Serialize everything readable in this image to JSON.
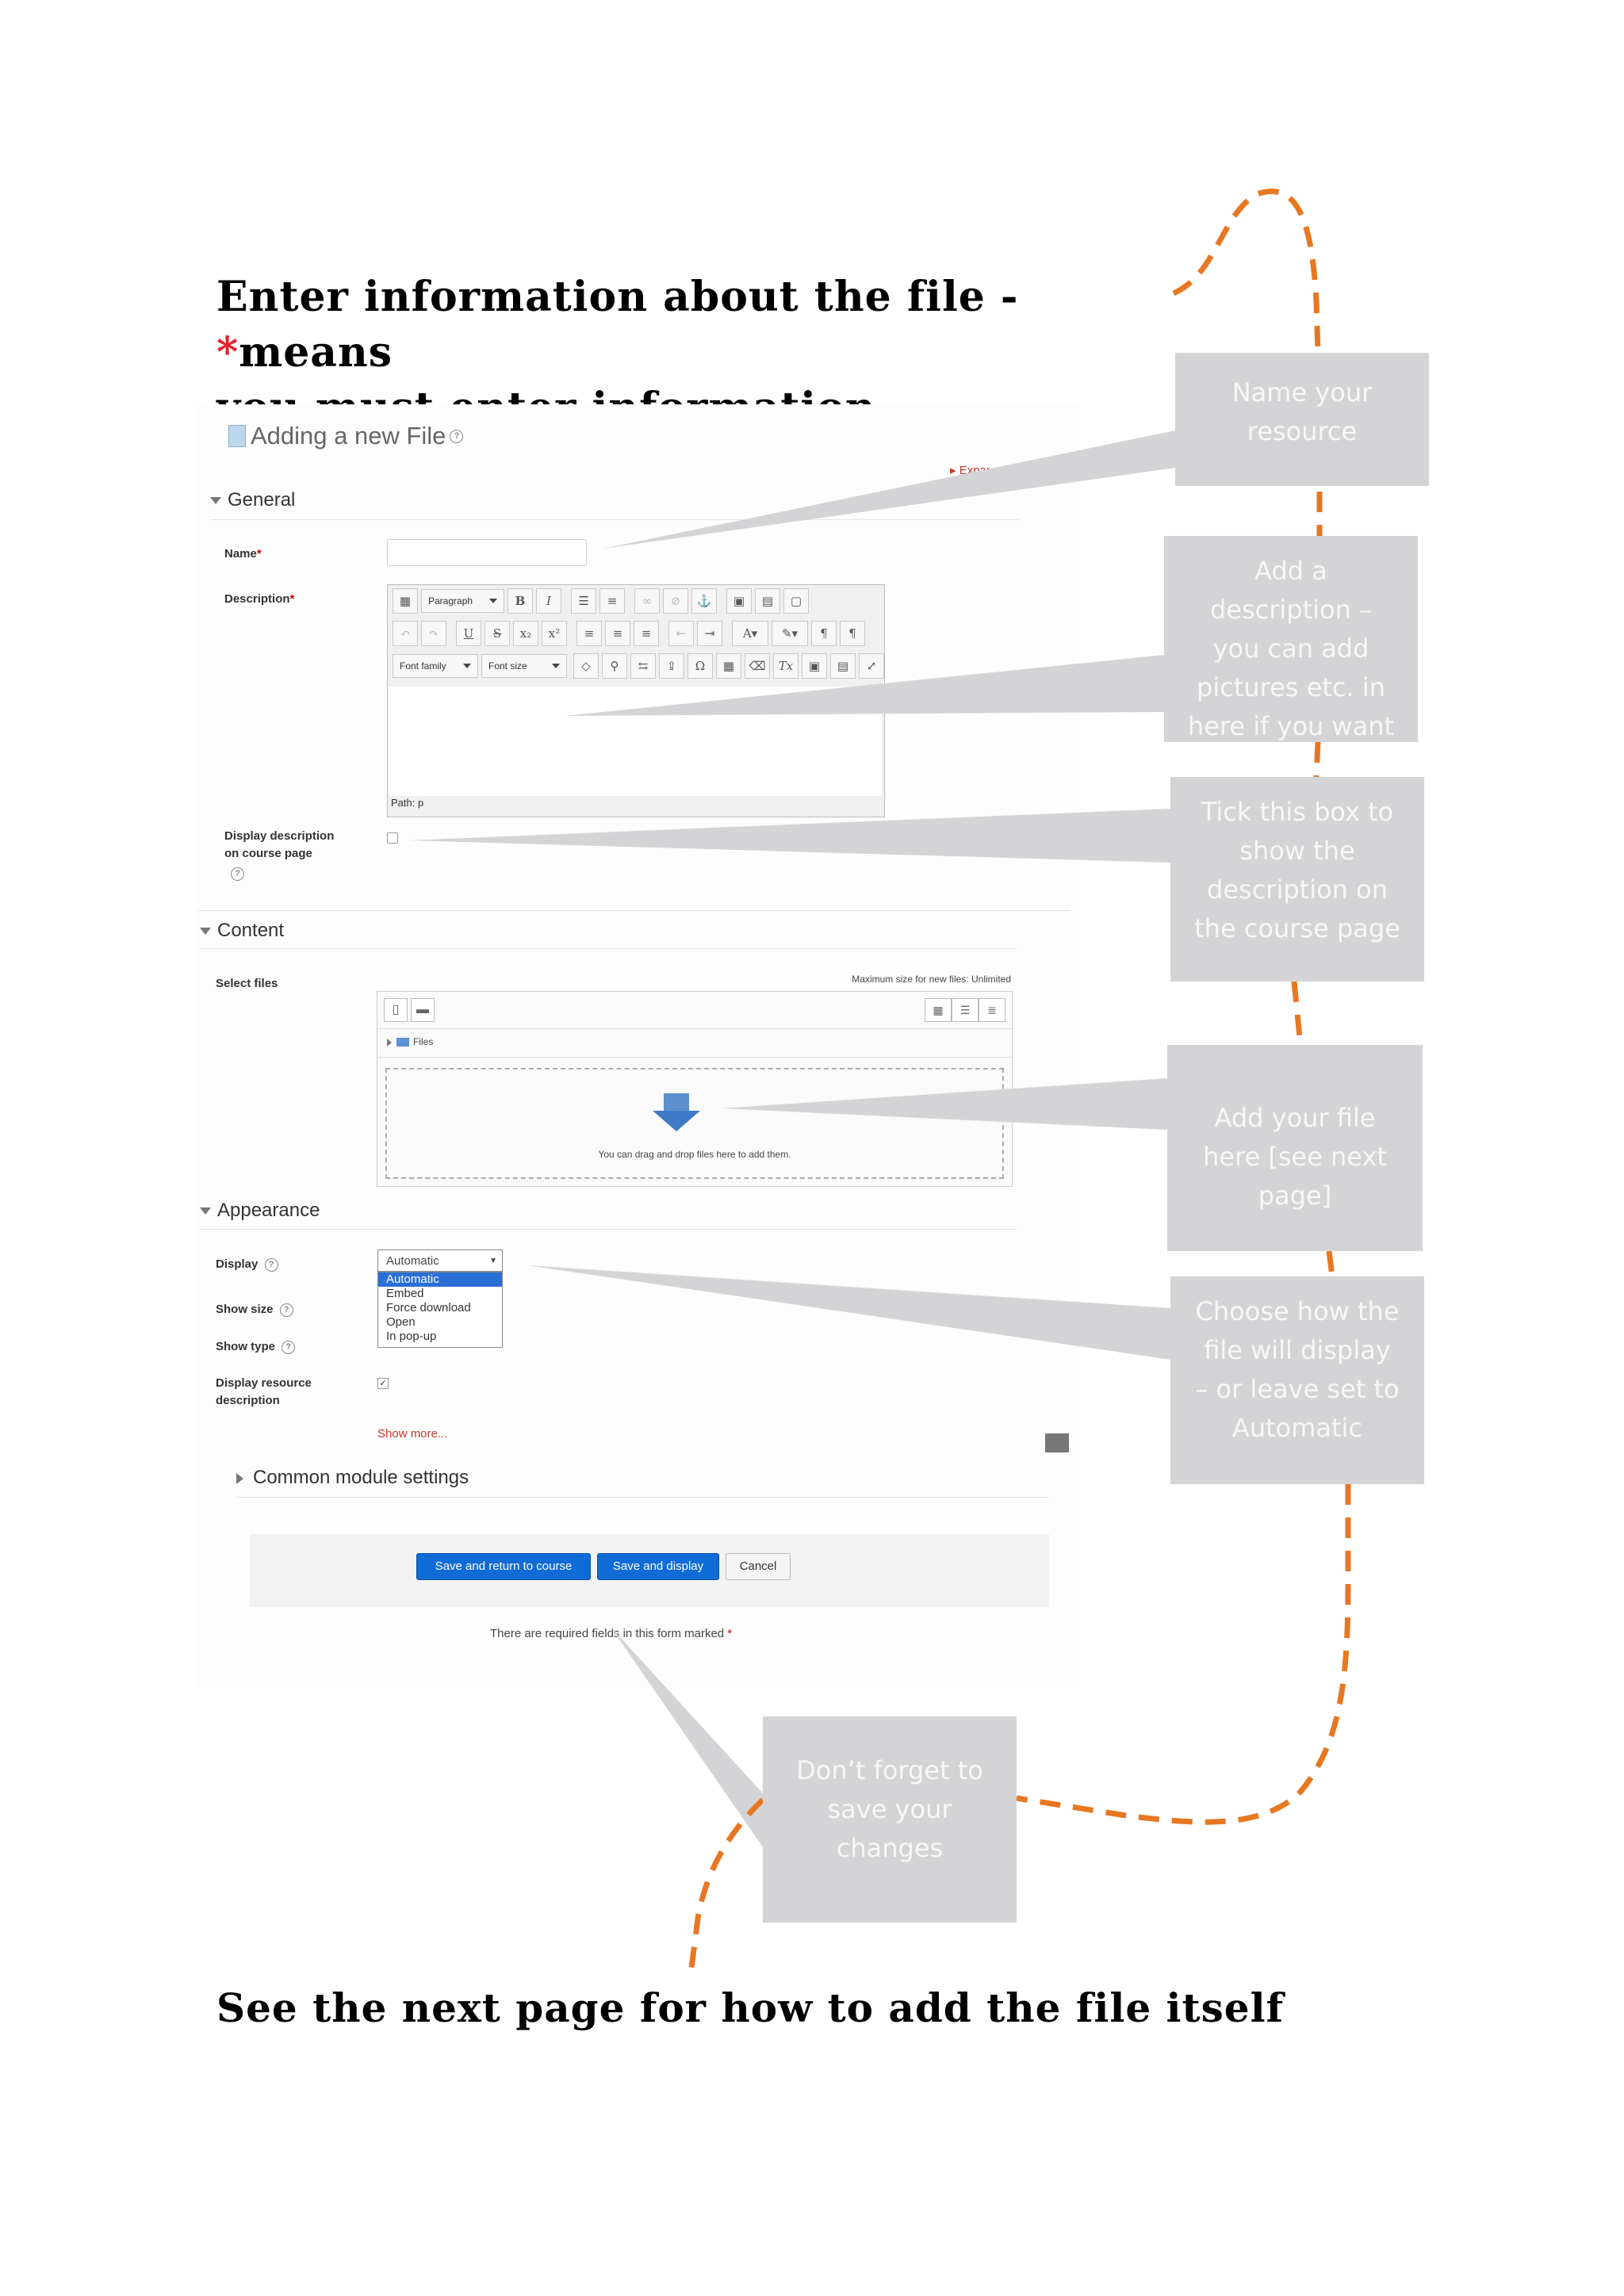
{
  "heading": {
    "line1_pre": "Enter information about the file - ",
    "star": "*",
    "line1_post": "means",
    "line2": "you must enter information"
  },
  "form": {
    "title": "Adding a new File",
    "expand_all": "Expand all",
    "general": {
      "section": "General",
      "name_label": "Name",
      "description_label": "Description",
      "required_mark": "*",
      "paragraph_select": "Paragraph",
      "font_family_select": "Font family",
      "font_size_select": "Font size",
      "path": "Path: p",
      "display_desc_label_1": "Display description",
      "display_desc_label_2": "on course page"
    },
    "content": {
      "section": "Content",
      "select_files_label": "Select files",
      "max_size": "Maximum size for new files: Unlimited",
      "files_folder": "Files",
      "drop_hint": "You can drag and drop files here to add them."
    },
    "appearance": {
      "section": "Appearance",
      "display_label": "Display",
      "display_value": "Automatic",
      "display_options": [
        "Automatic",
        "Embed",
        "Force download",
        "Open",
        "In pop-up"
      ],
      "show_size_label": "Show size",
      "show_type_label": "Show type",
      "display_resource_desc_1": "Display resource",
      "display_resource_desc_2": "description",
      "show_more": "Show more..."
    },
    "common": {
      "section": "Common module settings"
    },
    "buttons": {
      "save_return": "Save and return to course",
      "save_display": "Save and display",
      "cancel": "Cancel"
    },
    "required_note": "There are required fields in this form marked",
    "required_note_mark": "*"
  },
  "callouts": {
    "name": "Name your resource",
    "description": "Add a description – you can add pictures etc. in here if you want",
    "tick": "Tick this box to show the description on the course page",
    "file": "Add your file here [see next page]",
    "display": "Choose how the file will display – or leave set to Automatic",
    "save": "Don’t forget to save your changes"
  },
  "footer": "See the next page for how to add the file itself",
  "colors": {
    "dash": "#e87722",
    "callout_bg": "#d4d4d6",
    "primary_button": "#0f6cd6",
    "required": "#e8202a"
  },
  "icons": [
    "file-icon",
    "help-icon",
    "folder-icon",
    "arrow-down-icon",
    "add-file-icon",
    "new-folder-icon",
    "grid-view-icon",
    "list-view-icon",
    "tree-view-icon"
  ]
}
